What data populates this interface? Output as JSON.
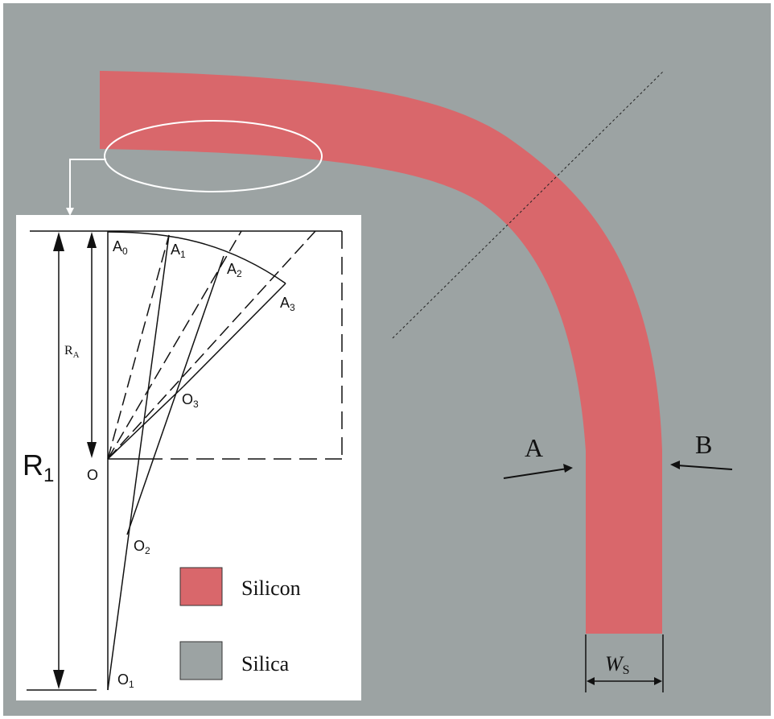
{
  "labels": {
    "input_arrow": "A",
    "output_arrow": "B",
    "width_main": "W",
    "width_sub": "S",
    "radius_big_main": "R",
    "radius_big_sub": "1",
    "radius_small_main": "R",
    "radius_small_sub": "A",
    "origin": "O",
    "points": [
      {
        "main": "A",
        "sub": "0"
      },
      {
        "main": "A",
        "sub": "1"
      },
      {
        "main": "A",
        "sub": "2"
      },
      {
        "main": "A",
        "sub": "3"
      }
    ],
    "centers": [
      {
        "main": "O",
        "sub": "3"
      },
      {
        "main": "O",
        "sub": "2"
      },
      {
        "main": "O",
        "sub": "1"
      }
    ]
  },
  "legend": [
    {
      "label": "Silicon",
      "color": "#d9676b"
    },
    {
      "label": "Silica",
      "color": "#9ca3a3"
    }
  ],
  "colors": {
    "background": "#9ca3a3",
    "waveguide": "#d9676b",
    "inset_bg": "#ffffff",
    "line": "#111111"
  }
}
